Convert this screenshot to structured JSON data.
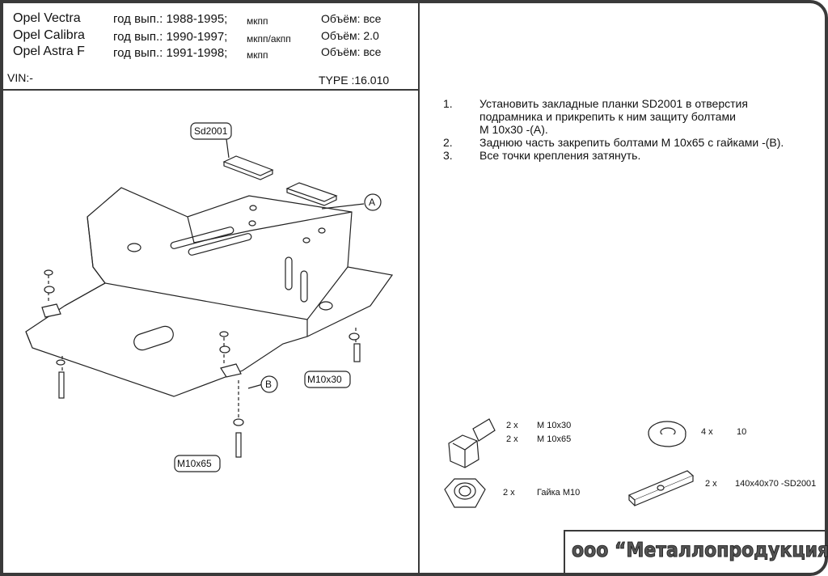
{
  "header": {
    "vehicles": [
      {
        "model": "Opel  Vectra",
        "years": "год вып.: 1988-1995;",
        "transmission": "мкпп",
        "volume": "Объём: все"
      },
      {
        "model": "Opel  Calibra",
        "years": "год вып.: 1990-1997;",
        "transmission": "мкпп/акпп",
        "volume": "Объём: 2.0"
      },
      {
        "model": "Opel  Astra F",
        "years": "год вып.: 1991-1998;",
        "transmission": "мкпп",
        "volume": "Объём: все"
      }
    ],
    "vin": "VIN:-",
    "type": "TYPE :16.010"
  },
  "drawing": {
    "labels": {
      "sd2001": "Sd2001",
      "a": "A",
      "b": "B",
      "m10x30": "M10x30",
      "m10x65": "M10x65"
    }
  },
  "instructions": [
    {
      "num": "1.",
      "lines": [
        "Установить закладные планки SD2001 в отверстия",
        "подрамника и прикрепить к ним защиту болтами",
        "М 10x30 -(А)."
      ]
    },
    {
      "num": "2.",
      "lines": [
        "Заднюю часть закрепить болтами М 10x65 с гайками -(В)."
      ]
    },
    {
      "num": "3.",
      "lines": [
        "Все точки крепления затянуть."
      ]
    }
  ],
  "parts": [
    {
      "qty": "2 x",
      "name": "M 10x30"
    },
    {
      "qty": "2 x",
      "name": "M 10x65"
    },
    {
      "qty": "2 x",
      "name": "Гайка М10"
    },
    {
      "qty": "4 x",
      "name": "10"
    },
    {
      "qty": "2 x",
      "name": "140x40x70 -SD2001"
    }
  ],
  "footer": {
    "company": "ооо “Металлопродукция”"
  }
}
